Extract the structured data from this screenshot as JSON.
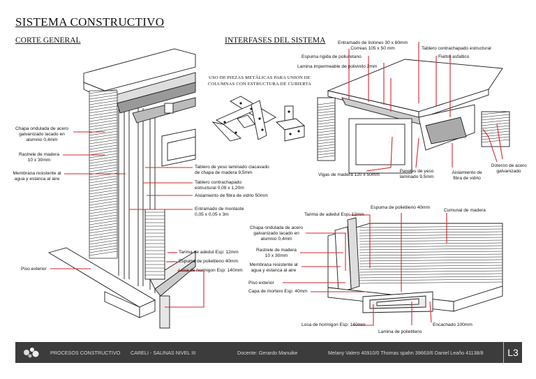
{
  "header": {
    "title": "SISTEMA CONSTRUCTIVO",
    "corte_general": "CORTE GENERAL",
    "interfases": "INTERFASES DEL SISTEMA"
  },
  "caption": {
    "line1": "USO DE PIEZAS METÁLICAS PARA UNION DE",
    "line2": "COLUMNAS CON ESTRUCTURA DE CUBIERTA"
  },
  "left_labels": {
    "chapa": [
      "Chapa ondulada de acero",
      "galvanizado lacado en",
      "alumnio 0,4mm"
    ],
    "rastrele": [
      "Rastrele de madera",
      "10 x 30mm"
    ],
    "membrana": [
      "Membrana resistente al",
      "agua y estanca al aire"
    ],
    "piso": "Piso exterior",
    "tablero_yeso": [
      "Tablero de yeso laminado clacavado",
      "de chapa de madera 9,5mm"
    ],
    "tablero_contra": [
      "Tablero contrachapado",
      "estructural 0,09 x 1,20m"
    ],
    "aislamiento": "Aislamiento de fibra de vidrio 50mm",
    "entramado": [
      "Entramado de montaste",
      "0,05 x 0,05 x 3m"
    ],
    "tarima": "Tarima de adedul Esp: 12mm",
    "espuma": "Espuma de polietileno 40mm",
    "losa": "Losa de hormigon Esp: 140mm"
  },
  "top_right_labels": {
    "entramado_listones": [
      "Entramado de listones 30 x 60mm",
      "Correas 105 x 50 mm"
    ],
    "tablero_contra": "Tablero contrachapado estructural",
    "espuma_rigida": "Espuma rigida de poliuretano",
    "fieltro": "Fieltro asfaltico",
    "lamina": "Lamina impermeable de polivinilo 2mm",
    "vigas": "Vigas de madera 120 x 50mm",
    "paneles": [
      "Paneles de yeso",
      "laminado 9,5mm"
    ],
    "aislamiento": [
      "Aislamiento de",
      "fibra de vidrio"
    ],
    "goteron": [
      "Goteron de acero",
      "galvanizado"
    ]
  },
  "bottom_right_labels": {
    "tarima": "Tarima de adedul Esp: 12mm",
    "espuma": "Espuma de polietileno 40mm",
    "cumbrera": "Cumunal de madera",
    "chapa": [
      "Chapa ondulada de acero",
      "galvanizado lacado en",
      "alumnio 0,4mm"
    ],
    "rastrele": [
      "Rastrele de madera",
      "10 x 30mm"
    ],
    "membrana": [
      "Membrana resistente al",
      "agua y estanca al aire"
    ],
    "piso": "Piso exterior",
    "capa": "Capa de mortero Esp: 40mm",
    "losa": "Losa de hormigon Esp: 140mm",
    "lamina": "Lamina de polietileno",
    "encachado": "Encachado 100mm"
  },
  "footer": {
    "course": "PROCESOS CONSTRUCTIVO",
    "project": "CARELI - SALINAS NIVEL III",
    "teacher": "Docente: Gerardo Manuike",
    "students": "Melany Valero 40910/0 Thomas spahn 39663/6  Daniel Leaño 41138/8",
    "sheet": "L3"
  },
  "colors": {
    "leader": "#d6252a",
    "ink": "#1a1a1a",
    "footer_bg": "#3c3c3c"
  }
}
